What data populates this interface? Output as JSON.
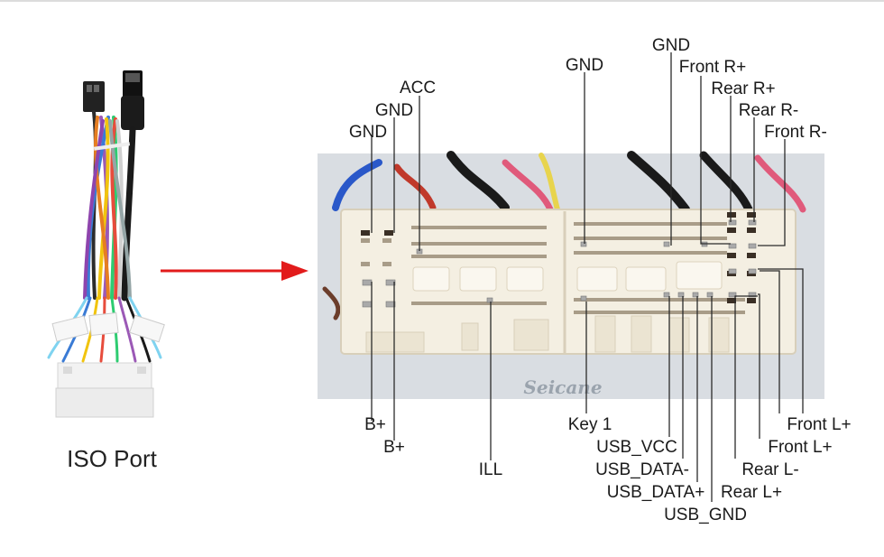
{
  "left_caption": "ISO Port",
  "watermark": "Seicane",
  "colors": {
    "arrow": "#e21b1b",
    "leader": "#2b2b2b",
    "connector": "#f4efe2",
    "photo_bg": "#d9dde2"
  },
  "top_labels": {
    "gnd_1": "GND",
    "gnd_2": "GND",
    "acc": "ACC",
    "gnd_3": "GND",
    "gnd_4": "GND",
    "front_r_plus": "Front R+",
    "rear_r_plus": "Rear R+",
    "rear_r_minus": "Rear R-",
    "front_r_minus": "Front R-"
  },
  "bottom_labels": {
    "b_plus_1": "B+",
    "b_plus_2": "B+",
    "ill": "ILL",
    "key1": "Key 1",
    "usb_vcc": "USB_VCC",
    "usb_data_minus": "USB_DATA-",
    "usb_data_plus": "USB_DATA+",
    "usb_gnd": "USB_GND",
    "rear_l_plus": "Rear L+",
    "rear_l_minus": "Rear L-",
    "front_l_plus_1": "Front L+",
    "front_l_plus_2": "Front L+"
  }
}
